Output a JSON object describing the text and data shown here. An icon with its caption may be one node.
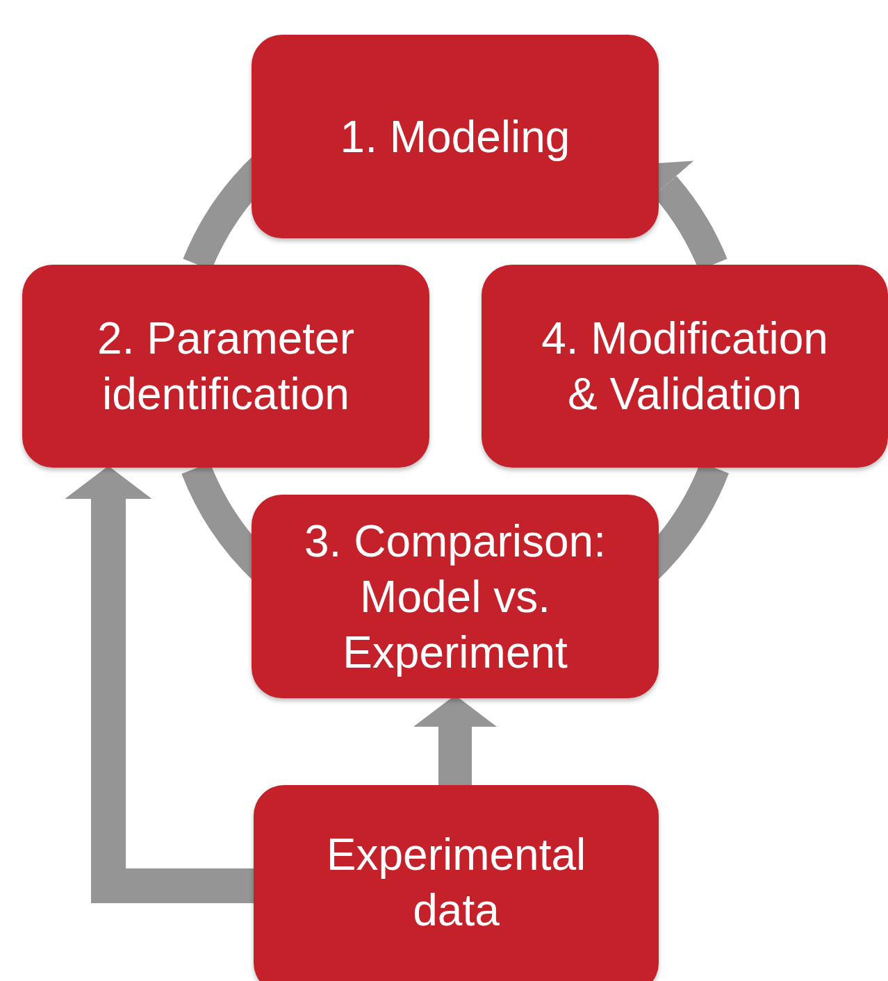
{
  "diagram": {
    "nodes": [
      {
        "text": [
          "1. Modeling"
        ]
      },
      {
        "text": [
          "2. Parameter identification"
        ]
      },
      {
        "text": [
          "4. Modification & Validation"
        ]
      },
      {
        "text": [
          "3. Comparison: Model vs. Experiment"
        ]
      },
      {
        "text": [
          "Experimental data"
        ]
      }
    ],
    "edges": [
      {
        "from": 0,
        "to": 1,
        "arrow": "none"
      },
      {
        "from": 1,
        "to": 3,
        "arrow": "none"
      },
      {
        "from": 3,
        "to": 2,
        "arrow": "none"
      },
      {
        "from": 2,
        "to": 0,
        "arrow": "to"
      },
      {
        "from": 4,
        "to": 3,
        "arrow": "to"
      },
      {
        "from": 4,
        "to": 1,
        "arrow": "to"
      }
    ]
  }
}
